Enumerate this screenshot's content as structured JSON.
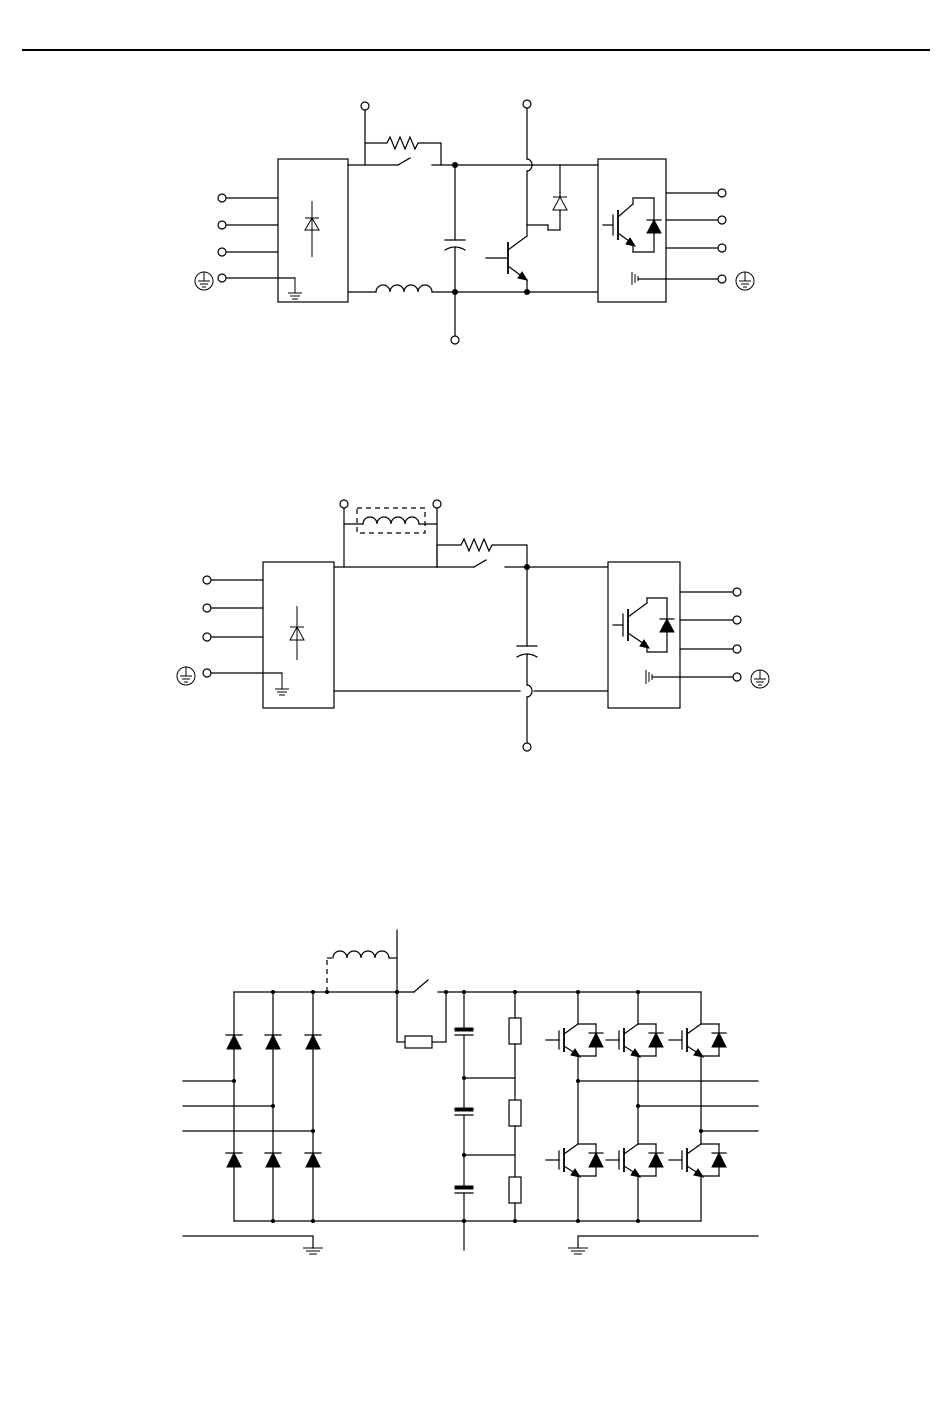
{
  "page": {
    "header_rule": true
  },
  "diagrams": [
    {
      "id": "inverter-with-external-dc-reactor",
      "labels": []
    },
    {
      "id": "inverter-with-dc-choke-terminals",
      "labels": []
    },
    {
      "id": "inverter-main-circuit-detail",
      "labels": []
    }
  ],
  "colors": {
    "line": "#000000",
    "background": "#ffffff"
  },
  "icons": {
    "terminal": "open-circle",
    "earth": "protective-earth-symbol",
    "diode": "triangle-bar",
    "igbt": "transistor-with-emitter-arrow"
  }
}
